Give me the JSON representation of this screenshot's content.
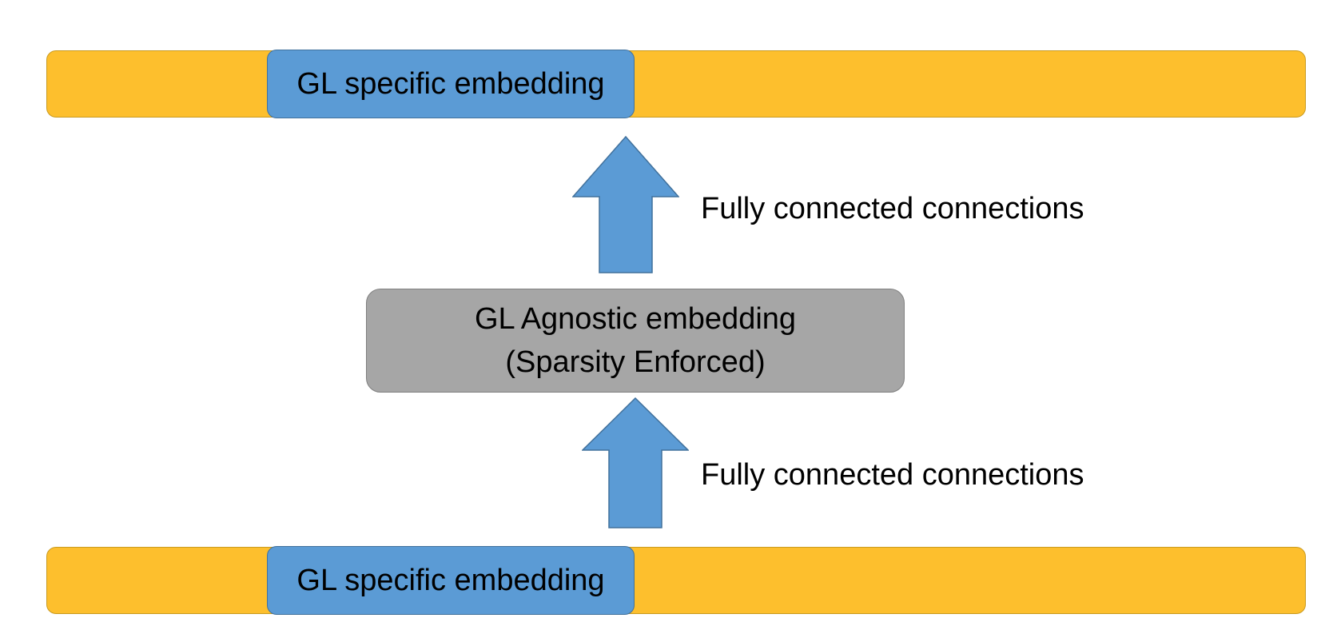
{
  "colors": {
    "bar_fill": "#fdbf2d",
    "embed_fill": "#5b9bd5",
    "agnostic_fill": "#a6a6a6",
    "arrow_fill": "#5b9bd5",
    "arrow_stroke": "#41719c"
  },
  "top_layer": {
    "embedding_label": "GL specific embedding"
  },
  "upper_connection": {
    "icon": "up-arrow-icon",
    "label": "Fully connected connections"
  },
  "middle_layer": {
    "line1": "GL Agnostic embedding",
    "line2": "(Sparsity Enforced)"
  },
  "lower_connection": {
    "icon": "up-arrow-icon",
    "label": "Fully connected connections"
  },
  "bottom_layer": {
    "embedding_label": "GL specific embedding"
  }
}
